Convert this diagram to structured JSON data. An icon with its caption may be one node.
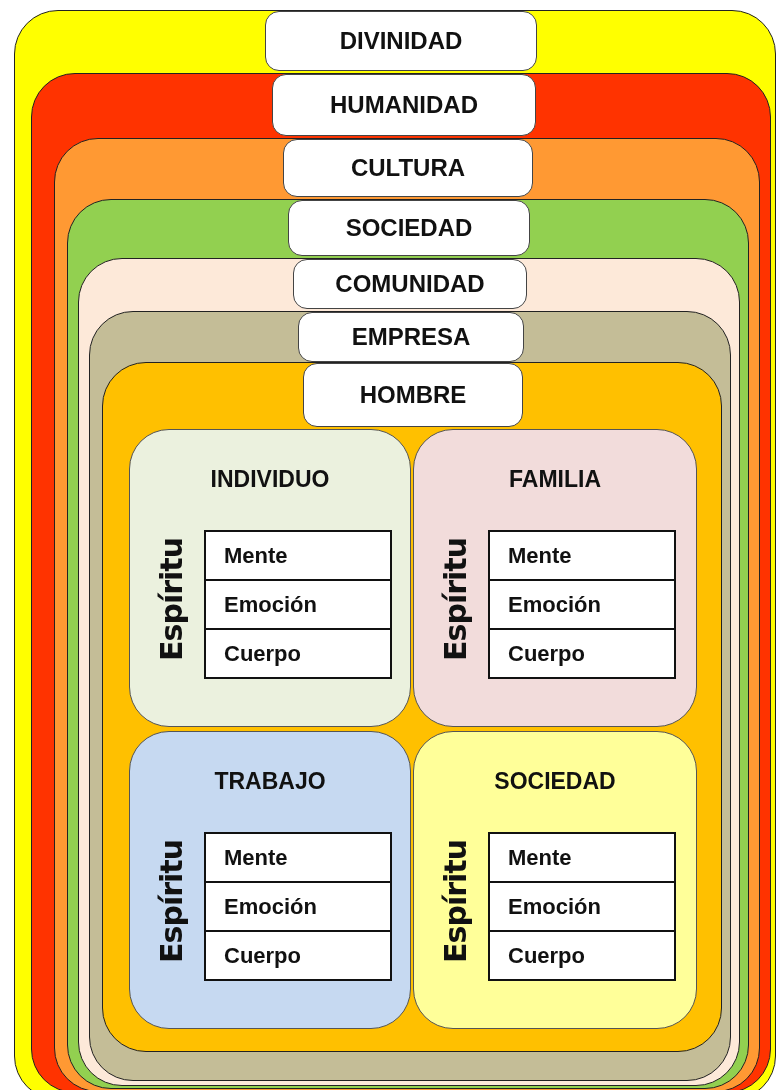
{
  "diagram": {
    "nodes": [
      {
        "text": [
          "DIVINIDAD"
        ]
      },
      {
        "text": [
          "HUMANIDAD"
        ],
        "in": 0
      },
      {
        "text": [
          "CULTURA"
        ],
        "in": 1
      },
      {
        "text": [
          "SOCIEDAD"
        ],
        "in": 2
      },
      {
        "text": [
          "COMUNIDAD"
        ],
        "in": 3
      },
      {
        "text": [
          "EMPRESA"
        ],
        "in": 4
      },
      {
        "text": [
          "HOMBRE"
        ],
        "in": 5
      },
      {
        "text": [
          "INDIVIDUO",
          "Espíritu"
        ],
        "in": 6
      },
      {
        "text": [
          "Mente"
        ],
        "in": 7
      },
      {
        "text": [
          "Emoción"
        ],
        "in": 7
      },
      {
        "text": [
          "Cuerpo"
        ],
        "in": 7
      },
      {
        "text": [
          "FAMILIA",
          "Espíritu"
        ],
        "in": 6
      },
      {
        "text": [
          "Mente"
        ],
        "in": 11
      },
      {
        "text": [
          "Emoción"
        ],
        "in": 11
      },
      {
        "text": [
          "Cuerpo"
        ],
        "in": 11
      },
      {
        "text": [
          "TRABAJO",
          "Espíritu"
        ],
        "in": 6
      },
      {
        "text": [
          "Mente"
        ],
        "in": 15
      },
      {
        "text": [
          "Emoción"
        ],
        "in": 15
      },
      {
        "text": [
          "Cuerpo"
        ],
        "in": 15
      },
      {
        "text": [
          "SOCIEDAD",
          "Espíritu"
        ],
        "in": 6
      },
      {
        "text": [
          "Mente"
        ],
        "in": 19
      },
      {
        "text": [
          "Emoción"
        ],
        "in": 19
      },
      {
        "text": [
          "Cuerpo"
        ],
        "in": 19
      }
    ]
  }
}
